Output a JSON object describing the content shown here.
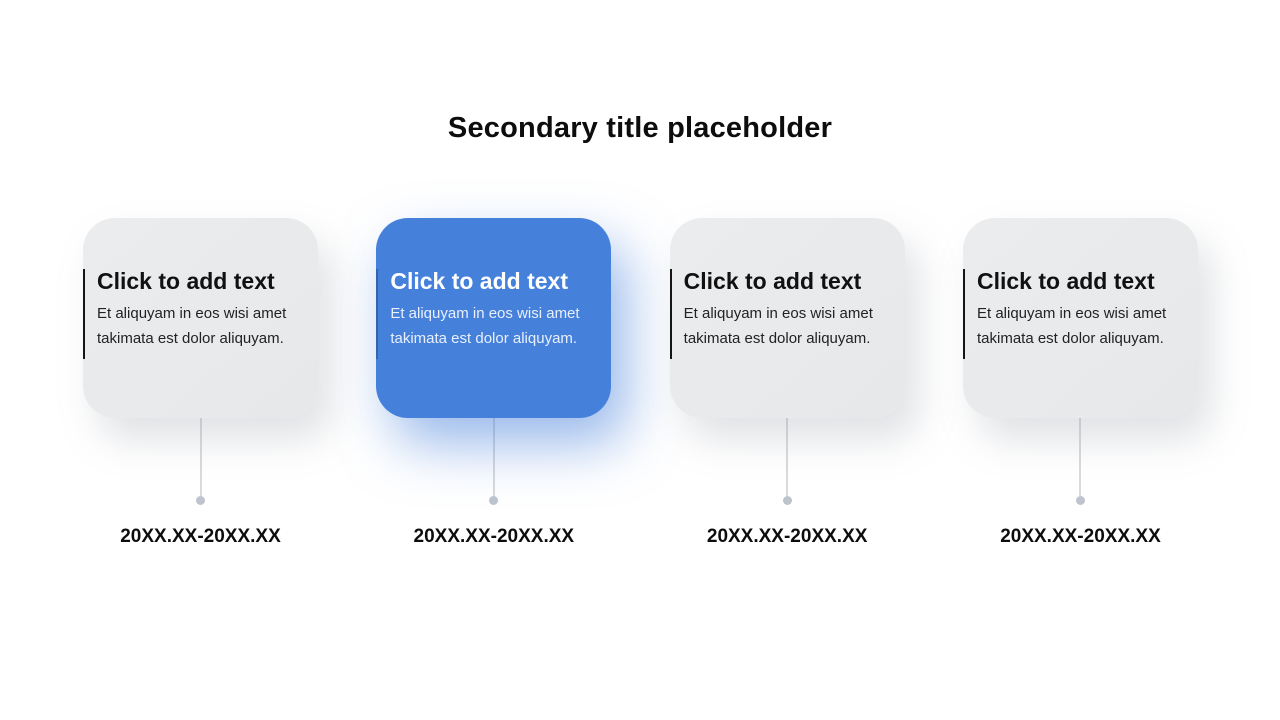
{
  "slide": {
    "title": "Secondary title placeholder"
  },
  "cards": [
    {
      "heading": "Click to add text",
      "body": "Et aliquyam in eos wisi amet takimata est dolor aliquyam.",
      "date": "20XX.XX-20XX.XX",
      "highlighted": false
    },
    {
      "heading": "Click to add text",
      "body": "Et aliquyam in eos wisi amet takimata est dolor aliquyam.",
      "date": "20XX.XX-20XX.XX",
      "highlighted": true
    },
    {
      "heading": "Click to add text",
      "body": "Et aliquyam in eos wisi amet takimata est dolor aliquyam.",
      "date": "20XX.XX-20XX.XX",
      "highlighted": false
    },
    {
      "heading": "Click to add text",
      "body": "Et aliquyam in eos wisi amet takimata est dolor aliquyam.",
      "date": "20XX.XX-20XX.XX",
      "highlighted": false
    }
  ],
  "colors": {
    "accent": "#4580db",
    "card_bg": "#e8eaec",
    "dot": "#bdc4ce",
    "connector": "#d8dadd"
  }
}
